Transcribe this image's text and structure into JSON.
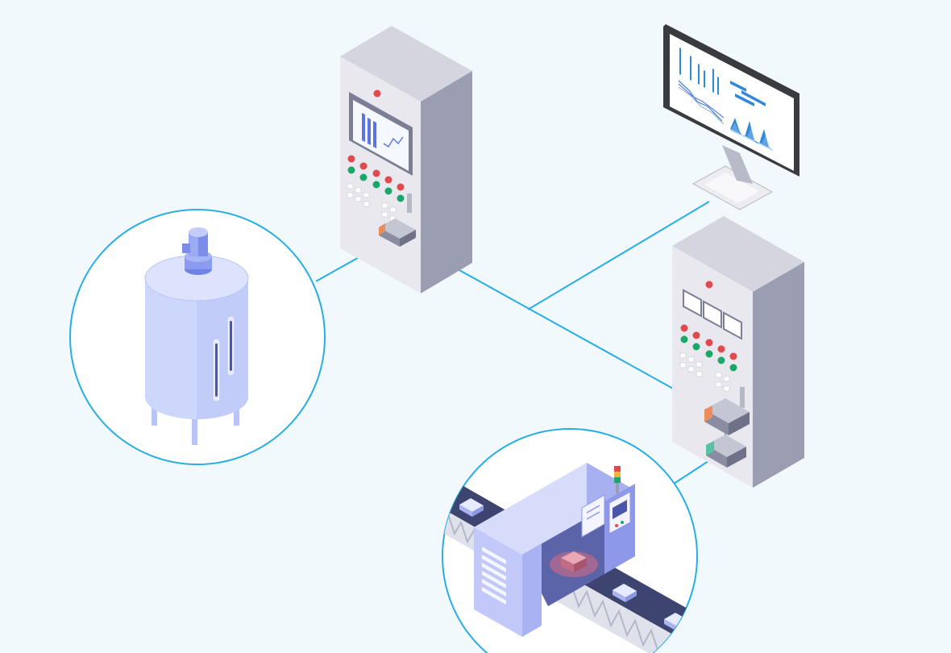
{
  "diagram": {
    "nodes": [
      {
        "id": "mixing-tank",
        "kind": "tank",
        "icon": "mixing-tank-icon"
      },
      {
        "id": "control-cabinet-1",
        "kind": "control-cabinet",
        "icon": "control-cabinet-icon"
      },
      {
        "id": "monitor",
        "kind": "computer-monitor",
        "icon": "monitor-icon"
      },
      {
        "id": "control-cabinet-2",
        "kind": "control-cabinet",
        "icon": "control-cabinet-icon"
      },
      {
        "id": "inspection-conveyor",
        "kind": "conveyor-inspection-machine",
        "icon": "conveyor-machine-icon"
      }
    ],
    "edges": [
      {
        "from": "mixing-tank",
        "to": "control-cabinet-1"
      },
      {
        "from": "control-cabinet-1",
        "to": "control-cabinet-2"
      },
      {
        "from": "monitor",
        "to": "control-cabinet-1"
      },
      {
        "from": "control-cabinet-2",
        "to": "inspection-conveyor"
      }
    ]
  },
  "colors": {
    "background": "#f2f9fd",
    "connector": "#27aee3",
    "cabinet_front": "#e8e8ee",
    "cabinet_side": "#9b9db2",
    "cabinet_top": "#d4d5df",
    "tank_body": "#cdd6fb",
    "machine_body": "#c2c9f8",
    "conveyor_belt": "#3e4470",
    "button_red": "#e04a4e",
    "button_green": "#1aa86a",
    "plc_orange": "#ec8c5a",
    "plc_green": "#58c3a3",
    "monitor_frame": "#3a3b40",
    "chart_blue": "#2f8bd8",
    "scan_red": "#d96c80"
  }
}
